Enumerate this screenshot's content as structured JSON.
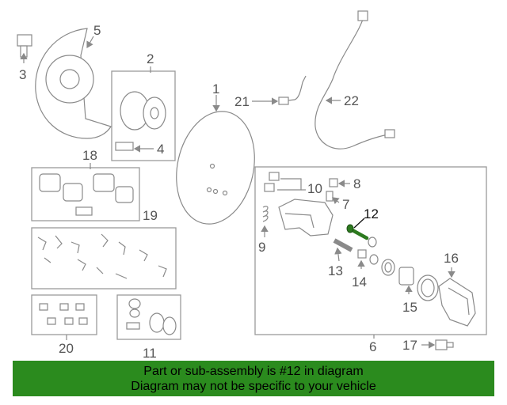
{
  "callouts": {
    "c1": "1",
    "c2": "2",
    "c3": "3",
    "c4": "4",
    "c5": "5",
    "c6": "6",
    "c7": "7",
    "c8": "8",
    "c9": "9",
    "c10": "10",
    "c11": "11",
    "c12": "12",
    "c13": "13",
    "c14": "14",
    "c15": "15",
    "c16": "16",
    "c17": "17",
    "c18": "18",
    "c19": "19",
    "c20": "20",
    "c21": "21",
    "c22": "22"
  },
  "highlighted_part": "12",
  "banner": {
    "line1": "Part or sub-assembly is #12 in diagram",
    "line2": "Diagram may not be specific to your vehicle"
  },
  "colors": {
    "banner_bg": "#2b8b1e",
    "highlight_part": "#2d7a1f"
  }
}
